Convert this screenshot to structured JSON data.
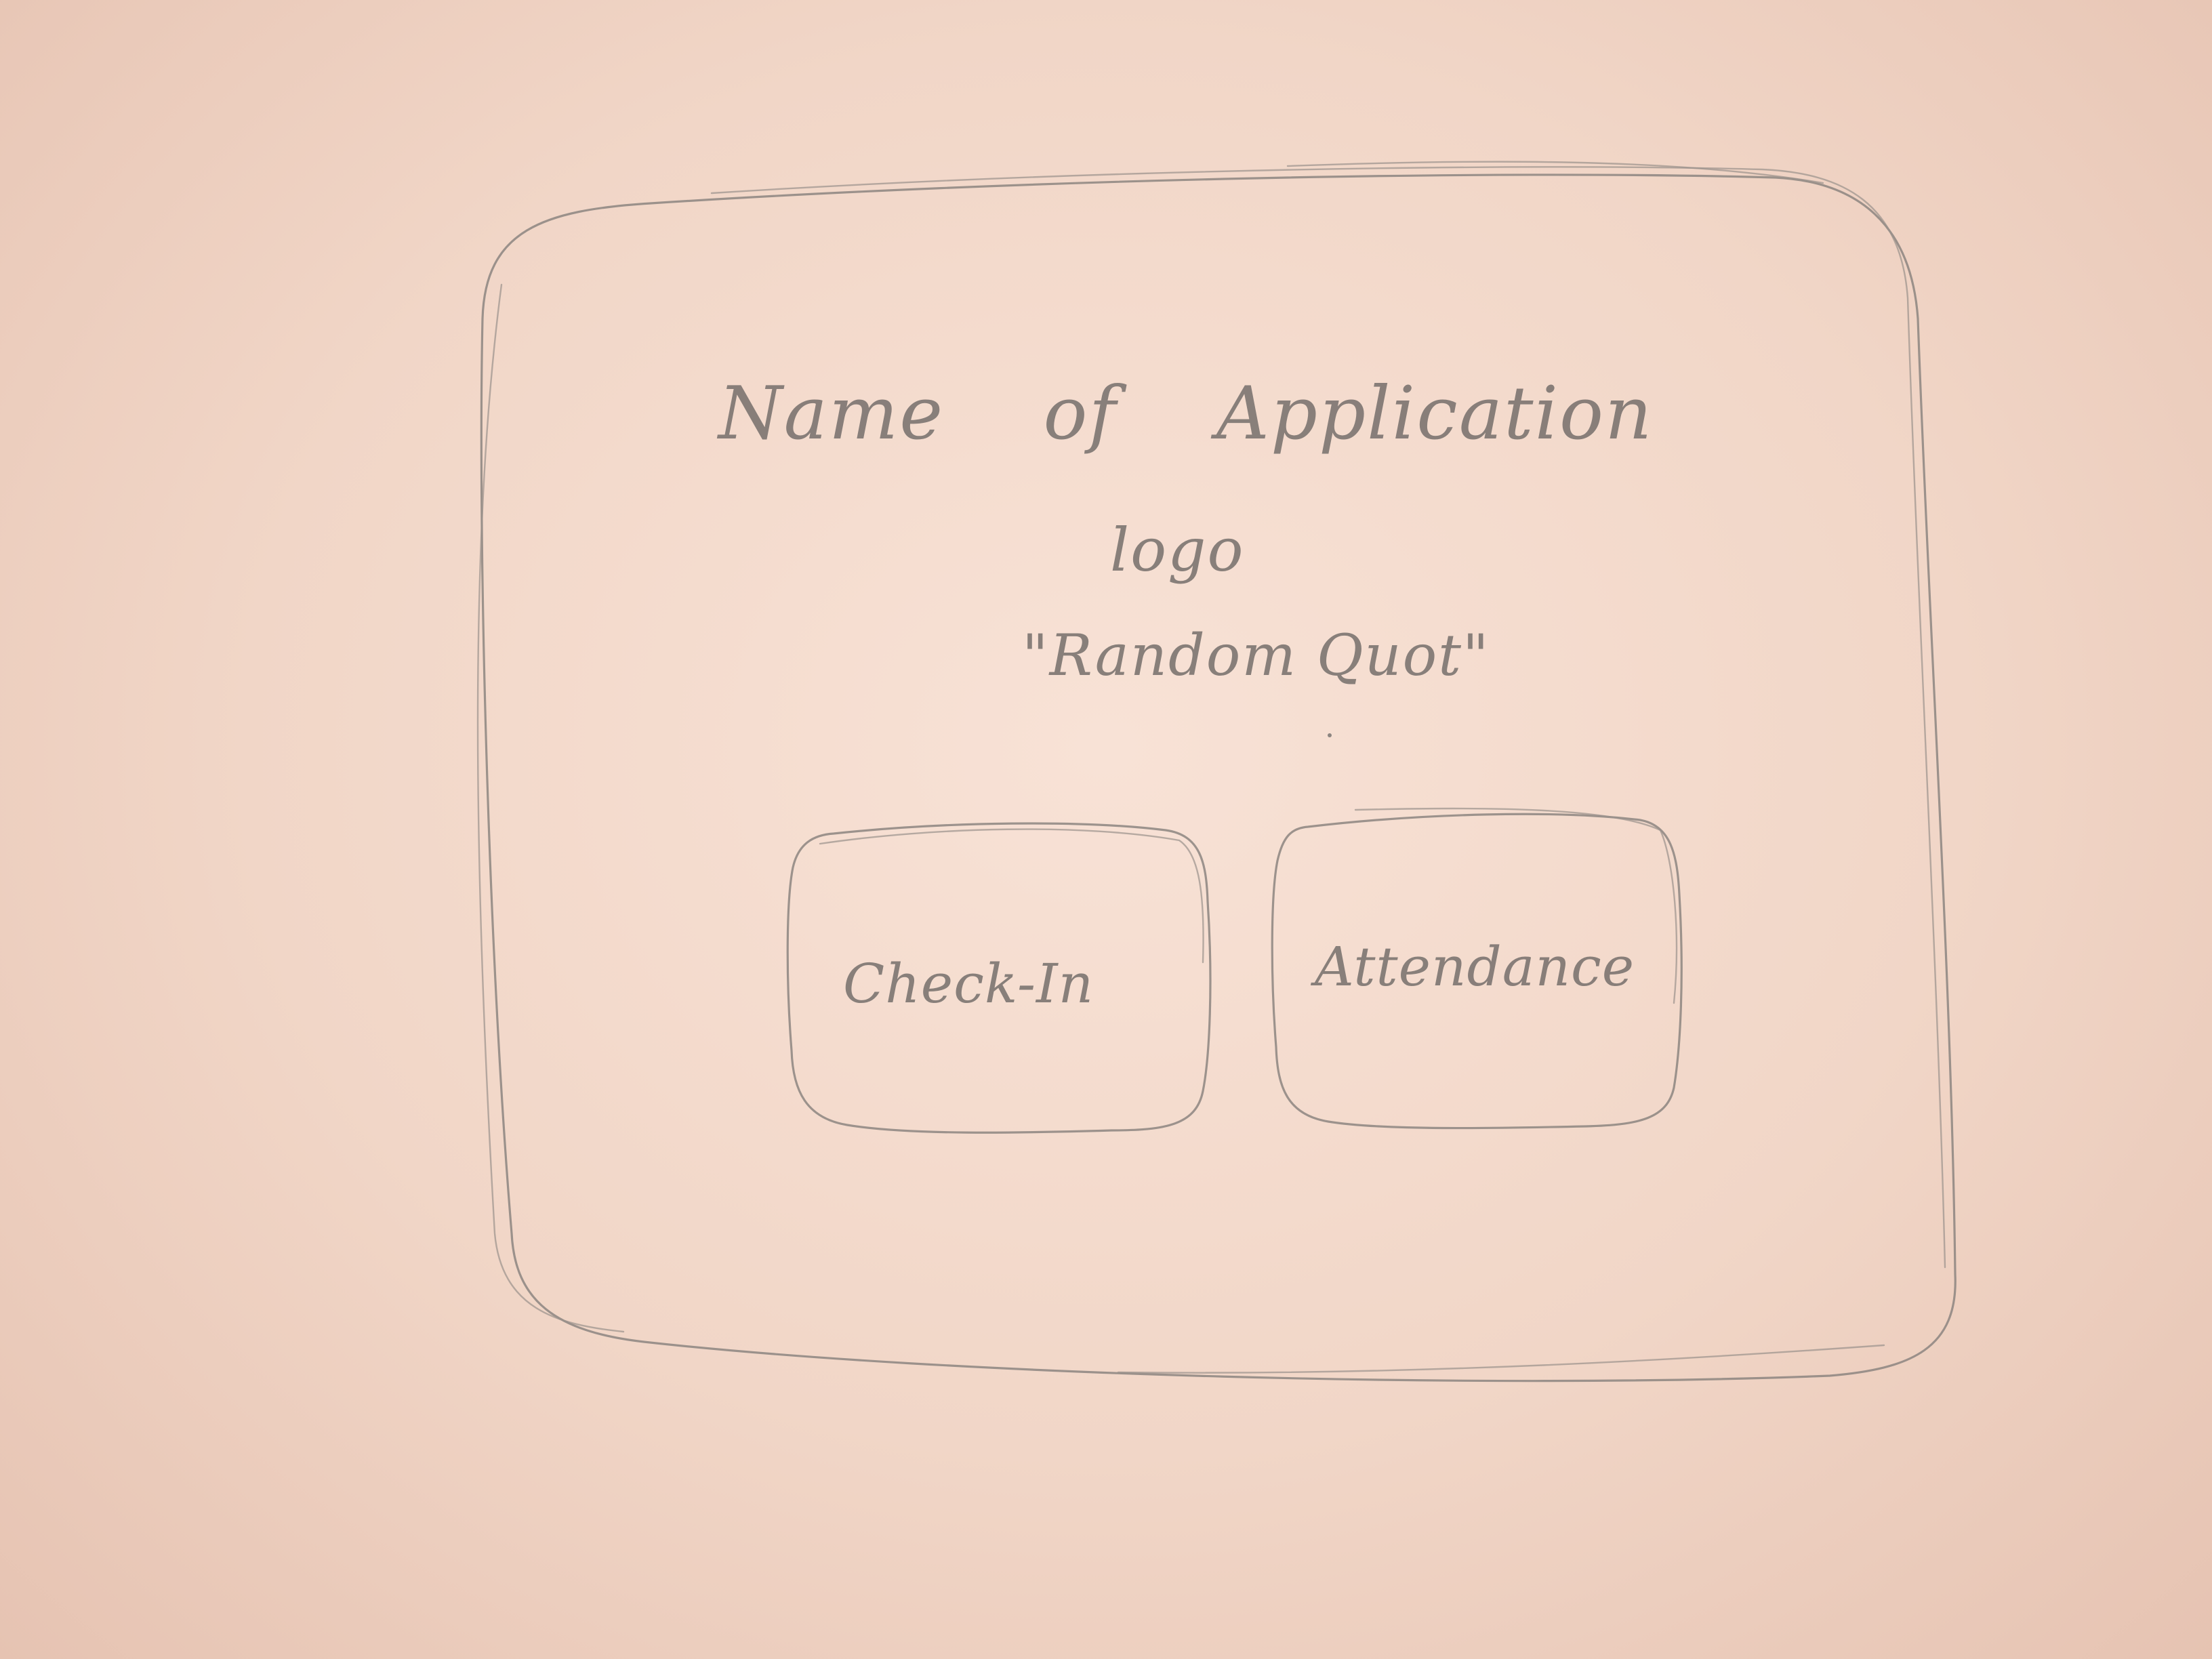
{
  "sketch": {
    "title": "Name of Application",
    "logo_label": "logo",
    "quote_label": "\"Random Quot\""
  },
  "buttons": {
    "checkin_label": "Check-In",
    "attendance_label": "Attendance"
  },
  "colors": {
    "paper": "#f3dacb",
    "pencil": "#8c8580"
  }
}
